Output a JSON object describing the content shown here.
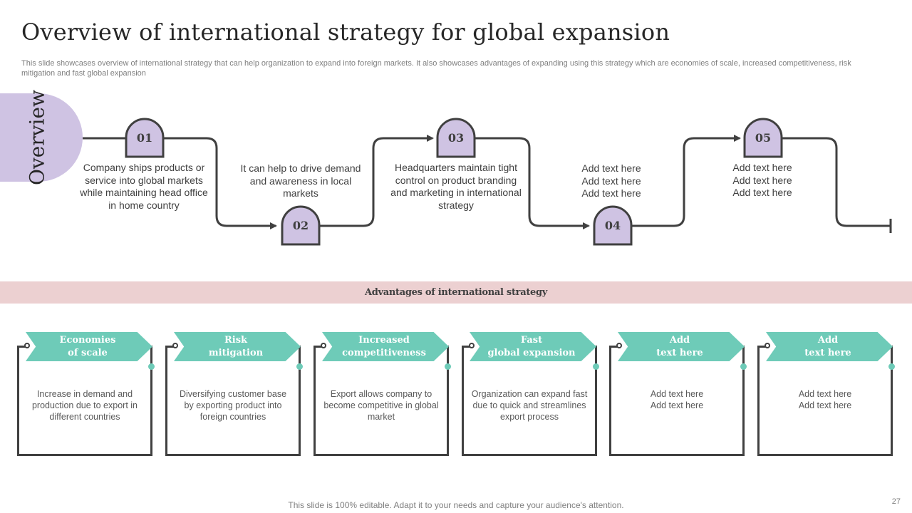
{
  "title": "Overview of international strategy for global expansion",
  "subtitle": "This slide showcases overview of international strategy that can help organization to expand into foreign markets. It also showcases advantages of expanding using this strategy which are economies of scale, increased competitiveness, risk mitigation and fast global expansion",
  "overview_label": "Overview",
  "steps": [
    {
      "number": "01",
      "text": "Company ships products or service into global markets while maintaining head office  in home country"
    },
    {
      "number": "02",
      "text": "It can help to drive demand and awareness in local markets"
    },
    {
      "number": "03",
      "text": "Headquarters maintain tight control on product branding and marketing in international strategy"
    },
    {
      "number": "04",
      "text": "Add text here\nAdd text here\nAdd text here"
    },
    {
      "number": "05",
      "text": "Add text here\nAdd text here\nAdd text here"
    }
  ],
  "advantages_title": "Advantages of international strategy",
  "advantages": [
    {
      "heading": "Economies\nof scale",
      "body": "Increase in demand and production due to export in different countries"
    },
    {
      "heading": "Risk\nmitigation",
      "body": "Diversifying customer base by exporting product into foreign countries"
    },
    {
      "heading": "Increased\ncompetitiveness",
      "body": "Export allows company to become competitive in global market"
    },
    {
      "heading": "Fast\nglobal expansion",
      "body": "Organization can expand fast due to quick and streamlines export process"
    },
    {
      "heading": "Add\ntext here",
      "body": "Add text here\nAdd text here"
    },
    {
      "heading": "Add\ntext here",
      "body": "Add text here\nAdd text here"
    }
  ],
  "footer": "This slide is 100% editable. Adapt it to your needs and capture your audience's attention.",
  "page_number": "27",
  "colors": {
    "lavender": "#cfc3e3",
    "teal": "#6ecbb8",
    "pink_band": "#ecd0d1",
    "line": "#404040"
  }
}
